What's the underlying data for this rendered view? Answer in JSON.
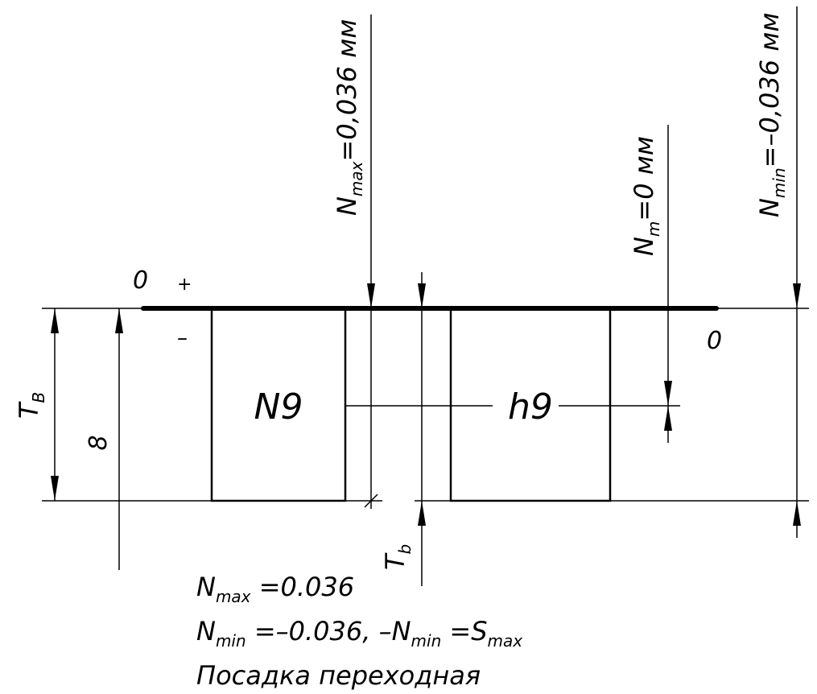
{
  "diagram": {
    "zero_line_left_label": "0",
    "zero_line_right_label": "0",
    "plus_sign": "+",
    "minus_sign": "–",
    "hole_field_label": "N9",
    "shaft_field_label": "h9",
    "hole_tolerance_symbol": {
      "main": "T",
      "sub": "B"
    },
    "shaft_tolerance_symbol": {
      "main": "T",
      "sub": "b"
    },
    "hole_tolerance_value": "8",
    "n_max_dim": {
      "main": "N",
      "sub": "max",
      "rest": "=0,036 мм"
    },
    "n_m_dim": {
      "main": "N",
      "sub": "m",
      "rest": "=0 мм"
    },
    "n_min_dim": {
      "main": "N",
      "sub": "min",
      "rest": "=–0,036 мм"
    }
  },
  "notes": {
    "line1": {
      "main": "N",
      "sub": "max",
      "rest": " =0.036"
    },
    "line2": {
      "main": "N",
      "sub": "min",
      "rest": " =–0.036,  –N",
      "sub2": "min",
      "rest2": " =S",
      "sub3": "max"
    },
    "line3": "Посадка переходная"
  }
}
